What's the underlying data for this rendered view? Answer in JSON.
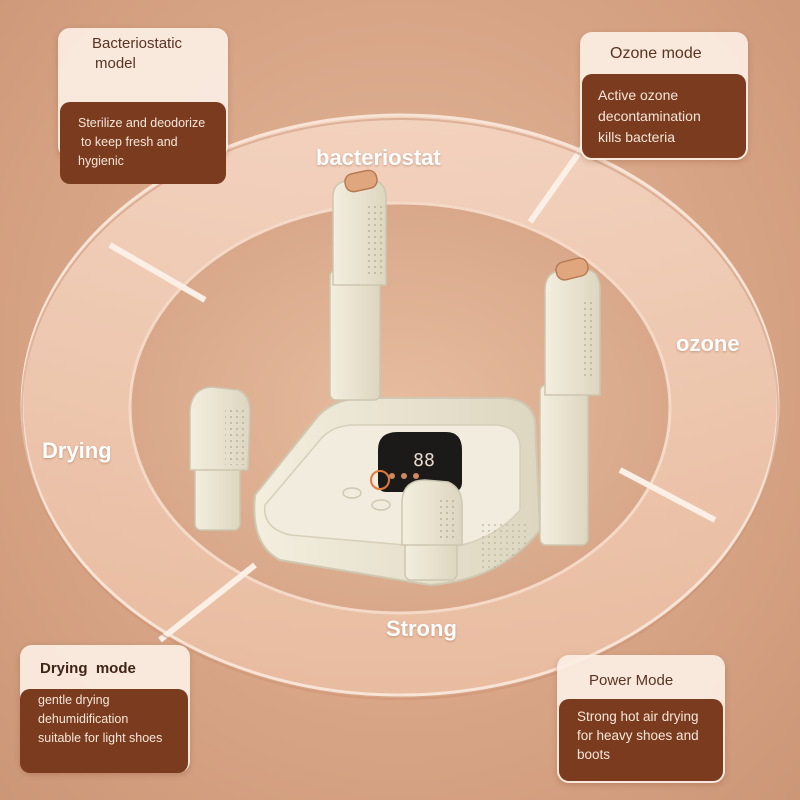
{
  "ring_labels": {
    "top": "bacteriostat",
    "right": "ozone",
    "left": "Drying",
    "bottom": "Strong"
  },
  "callouts": {
    "bacteriostatic": {
      "title_line1": "Bacteriostatic",
      "title_line2": "model",
      "body": [
        "Sterilize and deodorize",
        "to keep fresh and",
        "hygienic"
      ]
    },
    "ozone": {
      "title": "Ozone mode",
      "body": [
        "Active ozone",
        "decontamination",
        "kills bacteria"
      ]
    },
    "drying": {
      "title": "Drying  mode",
      "body": [
        "gentle drying",
        "dehumidification",
        "suitable for light shoes"
      ]
    },
    "power": {
      "title": "Power Mode",
      "body": [
        "Strong hot air drying",
        "for heavy shoes and",
        "boots"
      ]
    }
  },
  "device_display": "88",
  "colors": {
    "background": "#d8a687",
    "card_body": "#7a3b1e",
    "card_face": "#fceee4",
    "device": "#ece6d2",
    "accent_orange": "#e27a3a"
  }
}
